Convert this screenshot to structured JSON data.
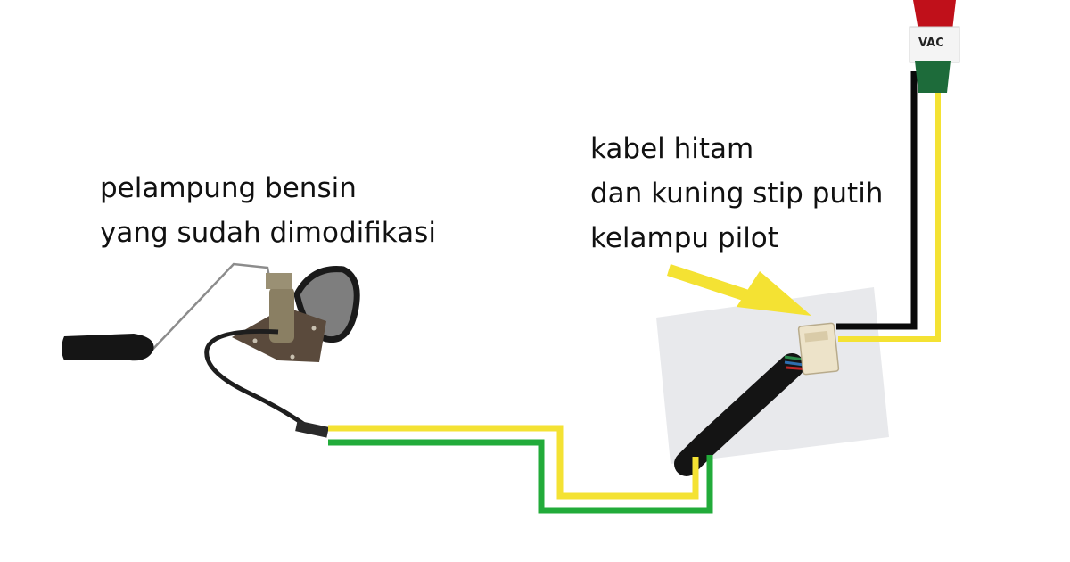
{
  "labels": {
    "float_sender": {
      "line1": "pelampung bensin",
      "line2": "yang sudah dimodifikasi"
    },
    "pilot_lamp": {
      "line1": "kabel hitam",
      "line2": "dan kuning stip putih",
      "line3": "kelampu pilot"
    },
    "lamp_rating": "VAC"
  },
  "colors": {
    "background": "#ffffff",
    "wire_yellow": "#f4e233",
    "wire_green": "#22ab3a",
    "wire_black": "#0a0a0a",
    "arrow_yellow": "#f4e233",
    "lamp_red": "#c0101a",
    "lamp_green": "#1d6b3a",
    "float_black": "#151515",
    "sender_plate": "#5a4a3c",
    "sender_post": "#8a7f63",
    "connector_body": "#ede3c9",
    "photo_background": "#e8e9ec"
  },
  "icons": {
    "float_sender": "fuel-float-sender-icon",
    "connector": "wire-connector-icon",
    "pilot_lamp": "pilot-lamp-icon",
    "arrow": "pointer-arrow-icon"
  }
}
